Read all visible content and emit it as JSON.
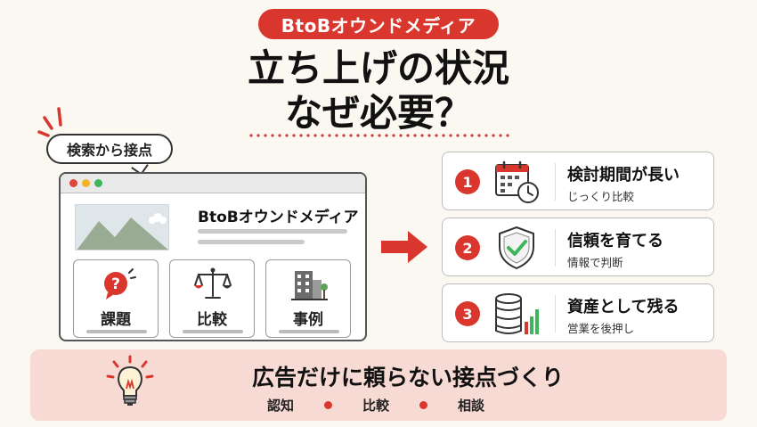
{
  "colors": {
    "accent": "#d9362e",
    "background": "#fbf7f1",
    "banner": "#f7dad4"
  },
  "header": {
    "tag": "BtoBオウンドメディア",
    "title_line1": "立ち上げの状況",
    "title_line2": "なぜ必要？"
  },
  "left": {
    "bubble": "検索から接点",
    "browser": {
      "brand": "BtoBオウンドメディア",
      "cards": [
        {
          "icon": "question-bubble-icon",
          "label": "課題"
        },
        {
          "icon": "scale-icon",
          "label": "比較"
        },
        {
          "icon": "building-icon",
          "label": "事例"
        }
      ]
    }
  },
  "steps": [
    {
      "num": "1",
      "icon": "calendar-clock-icon",
      "title": "検討期間が長い",
      "sub": "じっくり比較"
    },
    {
      "num": "2",
      "icon": "shield-check-icon",
      "title": "信頼を育てる",
      "sub": "情報で判断"
    },
    {
      "num": "3",
      "icon": "database-chart-icon",
      "title": "資産として残る",
      "sub": "営業を後押し"
    }
  ],
  "banner": {
    "icon": "lightbulb-icon",
    "main": "広告だけに頼らない接点づくり",
    "keywords": [
      "認知",
      "比較",
      "相談"
    ]
  }
}
